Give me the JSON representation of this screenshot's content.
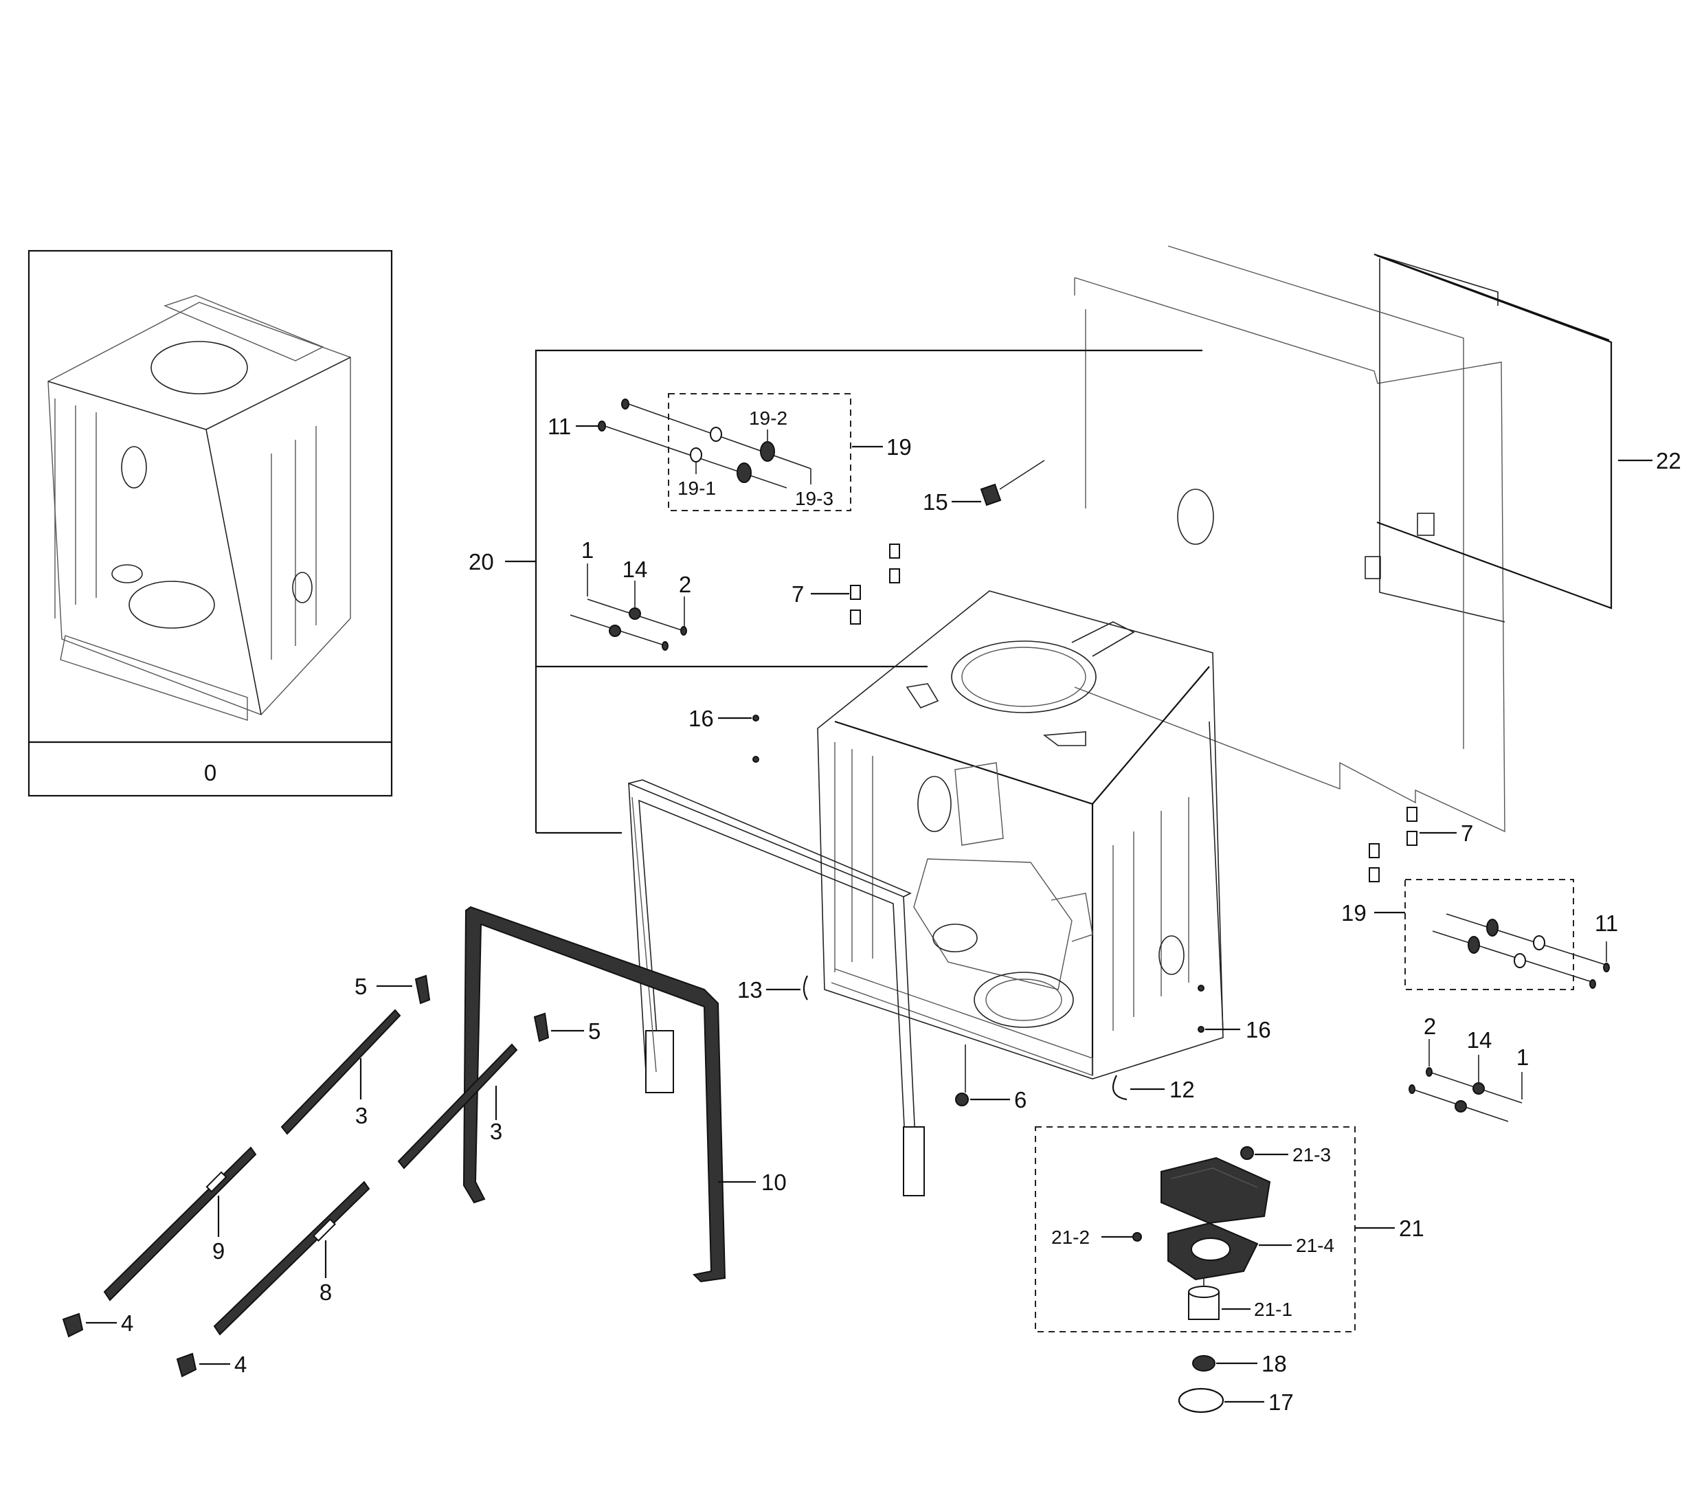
{
  "labels": {
    "assembly_0": "0",
    "l_1a": "1",
    "l_1b": "1",
    "l_2a": "2",
    "l_2b": "2",
    "l_3a": "3",
    "l_3b": "3",
    "l_4a": "4",
    "l_4b": "4",
    "l_5a": "5",
    "l_5b": "5",
    "l_6": "6",
    "l_7a": "7",
    "l_7b": "7",
    "l_8": "8",
    "l_9": "9",
    "l_10": "10",
    "l_11a": "11",
    "l_11b": "11",
    "l_12": "12",
    "l_13": "13",
    "l_14a": "14",
    "l_14b": "14",
    "l_15": "15",
    "l_16a": "16",
    "l_16b": "16",
    "l_17": "17",
    "l_18": "18",
    "l_19a": "19",
    "l_19b": "19",
    "l_19_1": "19-1",
    "l_19_2": "19-2",
    "l_19_3": "19-3",
    "l_20": "20",
    "l_21": "21",
    "l_21_1": "21-1",
    "l_21_2": "21-2",
    "l_21_3": "21-3",
    "l_21_4": "21-4",
    "l_22": "22"
  },
  "colors": {
    "ink": "#111111",
    "background": "#ffffff"
  }
}
